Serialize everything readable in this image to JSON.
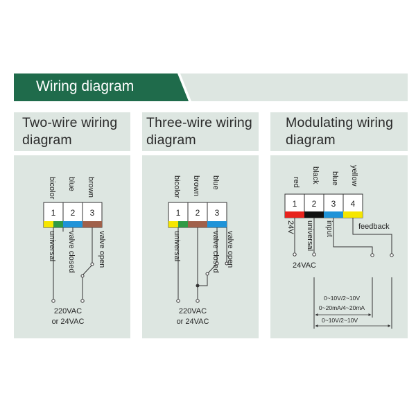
{
  "header": {
    "title": "Wiring diagram",
    "band_color": "#1f6b4b",
    "band_light_color": "#dde6e1"
  },
  "colors": {
    "panel_bg": "#dde6e1",
    "line": "#333333",
    "yellow": "#f5e600",
    "green": "#2f9a45",
    "blue": "#1f93d8",
    "brown": "#a0604a",
    "red": "#e8231d",
    "black": "#111111"
  },
  "panels": [
    {
      "title_line1": "Two-wire wiring",
      "title_line2": "diagram",
      "wire_colors": [
        "bicolor",
        "blue",
        "brown"
      ],
      "terminals": [
        "1",
        "2",
        "3"
      ],
      "signals": [
        "universal",
        "valve closed",
        "valve open"
      ],
      "supply_line1": "220VAC",
      "supply_line2": "or  24VAC"
    },
    {
      "title_line1": "Three-wire wiring",
      "title_line2": "diagram",
      "wire_colors": [
        "bicolor",
        "brown",
        "blue"
      ],
      "terminals": [
        "1",
        "2",
        "3"
      ],
      "signals": [
        "universal",
        "valve closed",
        "valve open"
      ],
      "supply_line1": "220VAC",
      "supply_line2": "or  24VAC"
    },
    {
      "title_line1": "Modulating wiring",
      "title_line2": "diagram",
      "wire_colors": [
        "red",
        "black",
        "blue",
        "yellow"
      ],
      "terminals": [
        "1",
        "2",
        "3",
        "4"
      ],
      "signals": [
        "24V",
        "universal",
        "input",
        "feedback"
      ],
      "supply_line1": "24VAC",
      "range_1a": "0~10V/2~10V",
      "range_1b": "0~20mA/4~20mA",
      "range_2": "0~10V/2~10V"
    }
  ]
}
